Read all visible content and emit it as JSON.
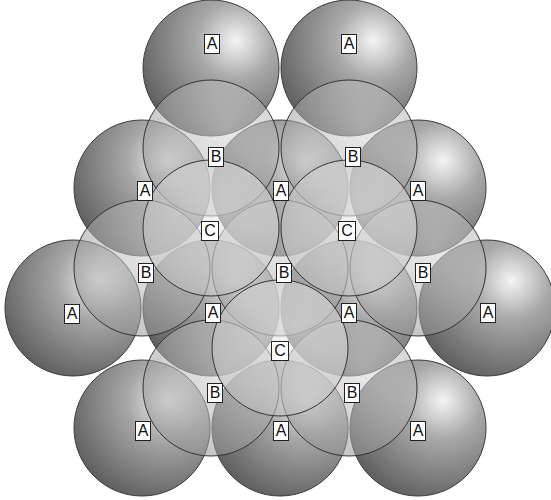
{
  "diagram": {
    "labels": [
      "A",
      "A",
      "B",
      "B",
      "A",
      "A",
      "A",
      "C",
      "C",
      "B",
      "B",
      "B",
      "A",
      "A",
      "A",
      "A",
      "C",
      "B",
      "B",
      "A",
      "A",
      "A"
    ]
  }
}
